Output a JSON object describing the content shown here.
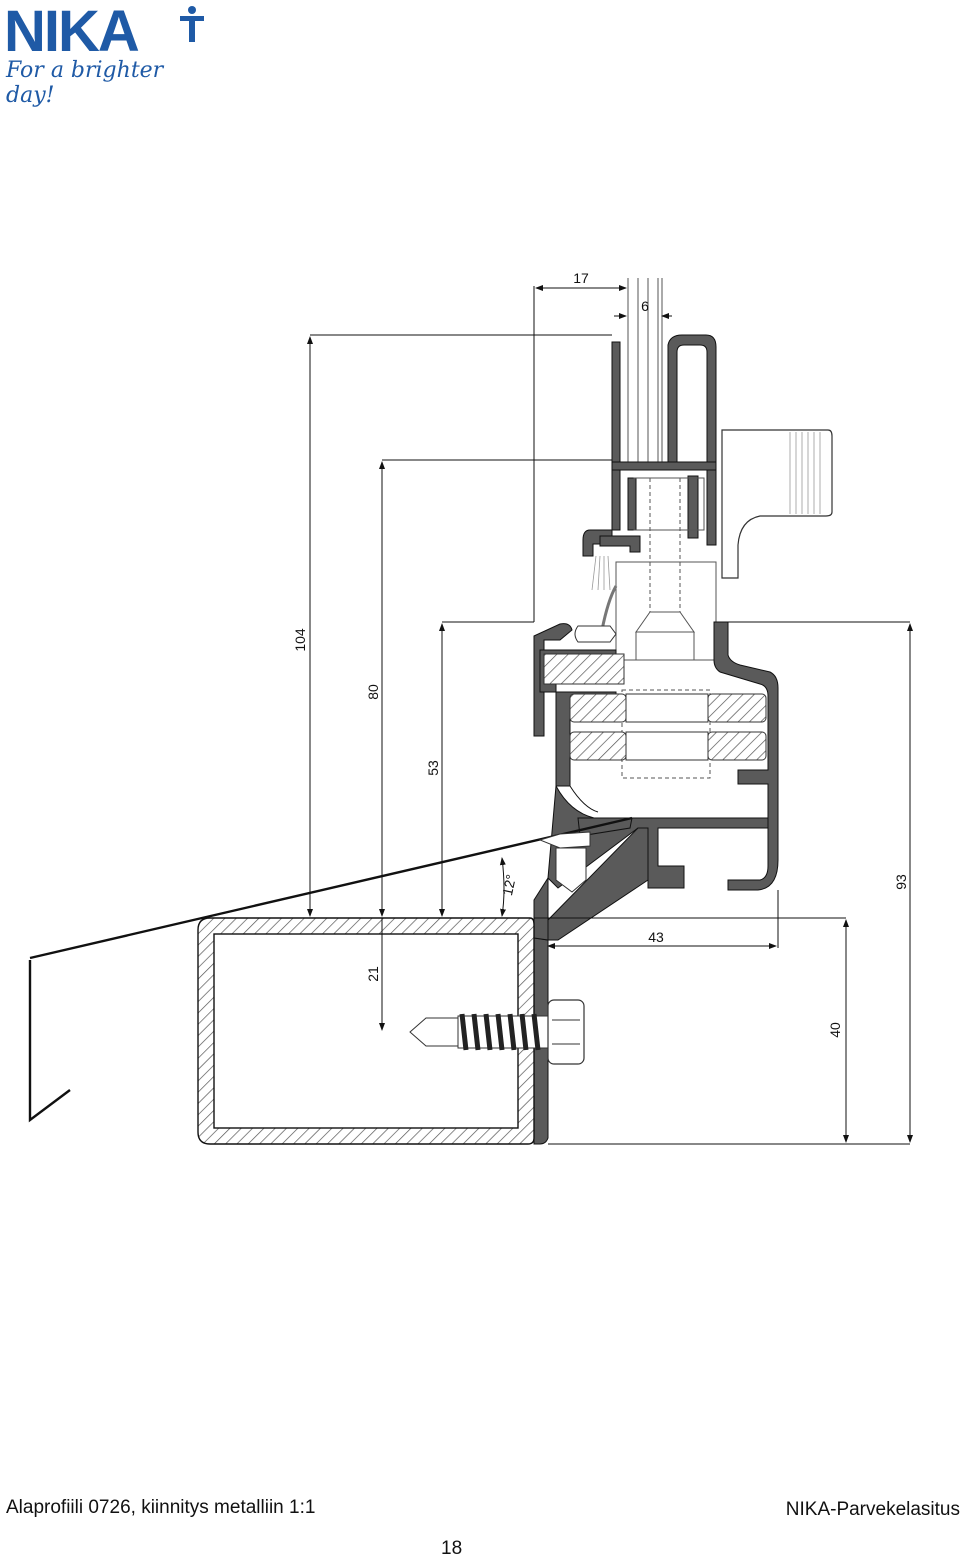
{
  "logo": {
    "brand": "NIKA",
    "tagline": "For a brighter day!",
    "brand_color": "#1f5aa6"
  },
  "dimensions": {
    "d104": "104",
    "d80": "80",
    "d53": "53",
    "d17": "17",
    "d6": "6",
    "d12": "12°",
    "d21": "21",
    "d43": "43",
    "d40": "40",
    "d93": "93"
  },
  "footer": {
    "caption": "Alaprofiili 0726, kiinnitys metalliin 1:1",
    "product": "NIKA-Parvekelasitus",
    "page_number": "18"
  },
  "colors": {
    "profile_fill": "#5a5a5a",
    "line": "#111111"
  }
}
